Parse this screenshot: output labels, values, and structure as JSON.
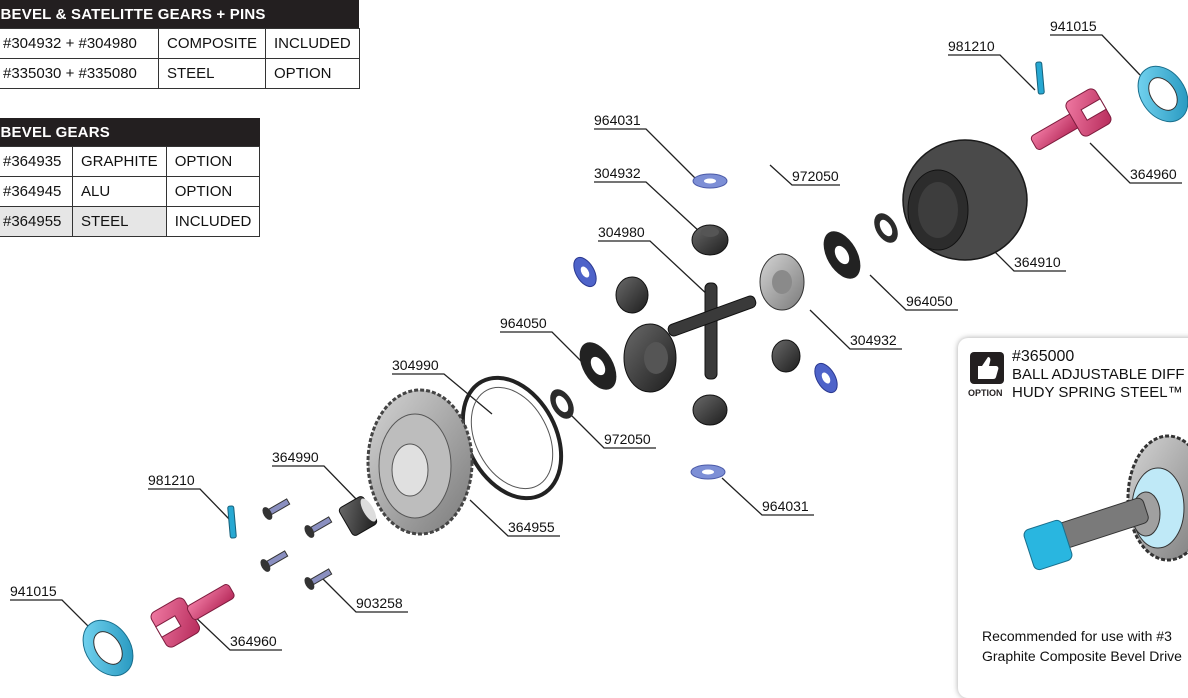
{
  "table1": {
    "title": "BEVEL & SATELITTE GEARS + PINS",
    "rows": [
      [
        "#304932 + #304980",
        "COMPOSITE",
        "INCLUDED"
      ],
      [
        "#335030 + #335080",
        "STEEL",
        "OPTION"
      ]
    ]
  },
  "table2": {
    "title": "BEVEL GEARS",
    "rows": [
      [
        "#364935",
        "GRAPHITE",
        "OPTION"
      ],
      [
        "#364945",
        "ALU",
        "OPTION"
      ],
      [
        "#364955",
        "STEEL",
        "INCLUDED"
      ]
    ]
  },
  "parts": {
    "p941015_top": "941015",
    "p981210_top": "981210",
    "p364960_top": "364960",
    "p364910": "364910",
    "p964050_right": "964050",
    "p972050_top": "972050",
    "p964031_top": "964031",
    "p304932_top": "304932",
    "p304980": "304980",
    "p304932_mid": "304932",
    "p964050_left": "964050",
    "p304990": "304990",
    "p972050_bottom": "972050",
    "p964031_bottom": "964031",
    "p364990": "364990",
    "p981210_bottom": "981210",
    "p364955": "364955",
    "p941015_bottom": "941015",
    "p903258": "903258",
    "p364960_bottom": "364960"
  },
  "callout": {
    "icon_label": "OPTION",
    "part_number": "#365000",
    "line1": "BALL ADJUSTABLE DIFF",
    "line2": "HUDY SPRING STEEL™",
    "note_line1": "Recommended for use with #3",
    "note_line2": "Graphite Composite Bevel Drive"
  },
  "colors": {
    "bearing": "#29b6e0",
    "outdrive": "#d9457a",
    "shim": "#7d8fd6",
    "dark_part": "#3a3a3a"
  }
}
